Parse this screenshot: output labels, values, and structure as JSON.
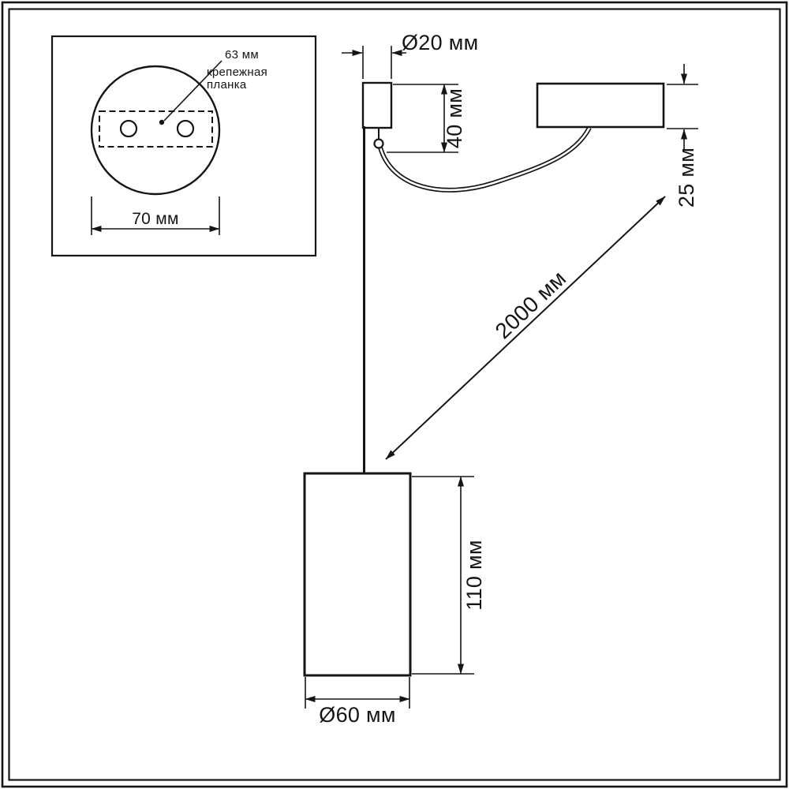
{
  "labels": {
    "hole_spacing": "63 мм",
    "bracket_name_line1": "крепежная",
    "bracket_name_line2": "планка",
    "plate_width": "70 мм",
    "rod_diameter": "Ø20 мм",
    "mount_drop": "40 мм",
    "canopy_height": "25 мм",
    "cable_length": "2000 мм",
    "shade_height": "110 мм",
    "shade_diameter": "Ø60 мм"
  },
  "colors": {
    "line": "#151515",
    "background": "#ffffff"
  }
}
